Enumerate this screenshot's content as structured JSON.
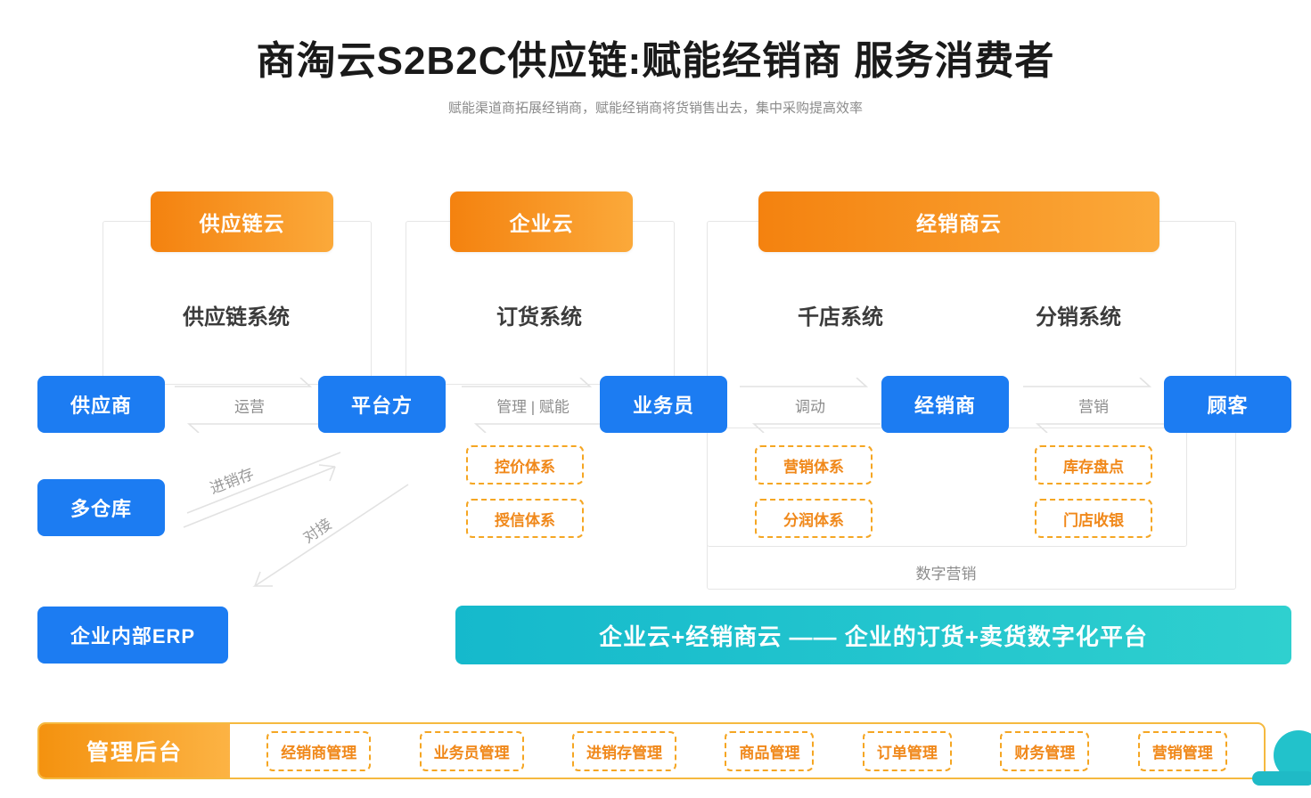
{
  "header": {
    "title": "商淘云S2B2C供应链:赋能经销商  服务消费者",
    "subtitle": "赋能渠道商拓展经销商，赋能经销商将货销售出去，集中采购提高效率"
  },
  "clouds": [
    {
      "label": "供应链云"
    },
    {
      "label": "企业云"
    },
    {
      "label": "经销商云"
    }
  ],
  "systems": [
    {
      "label": "供应链系统"
    },
    {
      "label": "订货系统"
    },
    {
      "label": "千店系统"
    },
    {
      "label": "分销系统"
    }
  ],
  "roles": [
    {
      "label": "供应商"
    },
    {
      "label": "平台方"
    },
    {
      "label": "业务员"
    },
    {
      "label": "经销商"
    },
    {
      "label": "顾客"
    },
    {
      "label": "多仓库"
    },
    {
      "label": "企业内部ERP"
    }
  ],
  "connectors": [
    {
      "label": "运营"
    },
    {
      "label": "管理 | 赋能"
    },
    {
      "label": "调动"
    },
    {
      "label": "营销"
    }
  ],
  "diagonals": [
    {
      "label": "进销存"
    },
    {
      "label": "对接"
    }
  ],
  "capability_tags": [
    {
      "label": "控价体系"
    },
    {
      "label": "授信体系"
    },
    {
      "label": "营销体系"
    },
    {
      "label": "分润体系"
    },
    {
      "label": "库存盘点"
    },
    {
      "label": "门店收银"
    }
  ],
  "inner_label": "数字营销",
  "banner": {
    "text": "企业云+经销商云 —— 企业的订货+卖货数字化平台"
  },
  "admin": {
    "label": "管理后台",
    "items": [
      {
        "label": "经销商管理"
      },
      {
        "label": "业务员管理"
      },
      {
        "label": "进销存管理"
      },
      {
        "label": "商品管理"
      },
      {
        "label": "订单管理"
      },
      {
        "label": "财务管理"
      },
      {
        "label": "营销管理"
      }
    ]
  },
  "colors": {
    "orange_dark": "#f4820f",
    "orange_light": "#fba93a",
    "blue": "#1c7cf2",
    "teal_dark": "#15b9cc",
    "teal_light": "#2fd0cf",
    "tag_orange": "#f0881a",
    "gray_border": "#e6e6e6",
    "gray_text": "#8d8d8d"
  }
}
